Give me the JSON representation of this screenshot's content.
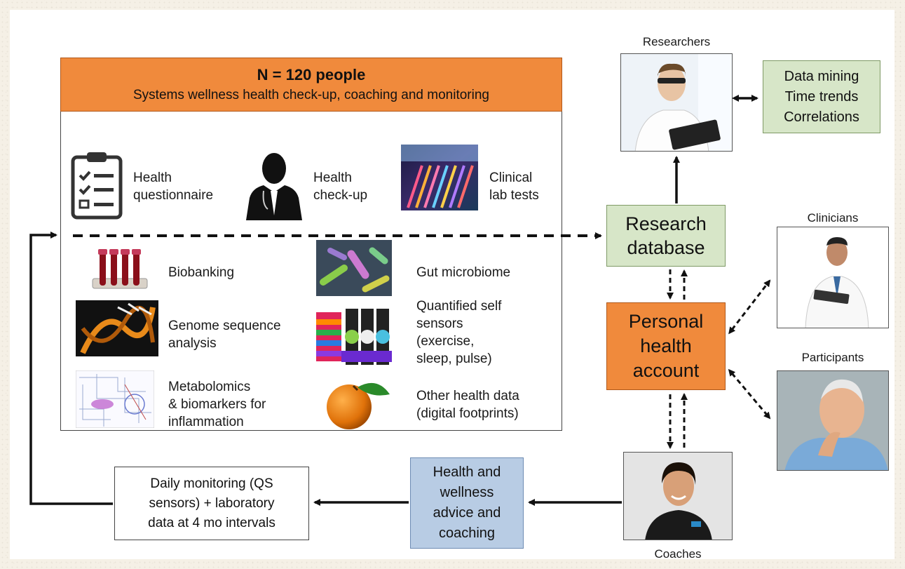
{
  "header": {
    "title": "N = 120 people",
    "subtitle": "Systems wellness health check-up, coaching and monitoring"
  },
  "top_items": [
    {
      "icon": "clipboard-icon",
      "label": "Health\nquestionnaire"
    },
    {
      "icon": "doctor-silhouette-icon",
      "label": "Health\ncheck-up"
    },
    {
      "icon": "lab-tubes-icon",
      "label": "Clinical\nlab tests"
    }
  ],
  "bottom_items": [
    {
      "icon": "blood-tubes-icon",
      "label": "Biobanking"
    },
    {
      "icon": "microbiome-icon",
      "label": "Gut microbiome"
    },
    {
      "icon": "dna-icon",
      "label": "Genome sequence\nanalysis"
    },
    {
      "icon": "smartwatch-icon",
      "label": "Quantified self\nsensors\n(exercise,\nsleep, pulse)"
    },
    {
      "icon": "metabolomics-chart-icon",
      "label": "Metabolomics\n& biomarkers for\ninflammation"
    },
    {
      "icon": "orange-fruit-icon",
      "label": "Other health data\n(digital footprints)"
    }
  ],
  "research_db": "Research\ndatabase",
  "personal_account": "Personal\nhealth\naccount",
  "data_mining": "Data mining\nTime trends\nCorrelations",
  "coaching": "Health and\nwellness\nadvice and\ncoaching",
  "monitoring": "Daily monitoring (QS\nsensors) + laboratory\ndata at 4 mo intervals",
  "roles": {
    "researchers": "Researchers",
    "clinicians": "Clinicians",
    "participants": "Participants",
    "coaches": "Coaches"
  },
  "colors": {
    "orange": "#f08a3c",
    "green": "#d7e6c8",
    "blue": "#b8cce4"
  }
}
